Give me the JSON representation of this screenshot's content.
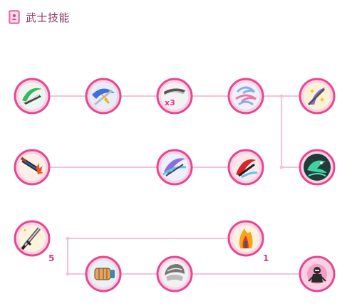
{
  "header": {
    "title": "武士技能",
    "icon": "skill-book-icon"
  },
  "colors": {
    "connector": "#f7c0da",
    "ring": "#e8468f",
    "ring_inner": "#fbd3e6",
    "title": "#8a3d6b",
    "level_number": "#e0368f"
  },
  "skills": [
    {
      "id": "green-slash",
      "icon": "green-slash-icon"
    },
    {
      "id": "blue-sword-slash",
      "icon": "blue-sword-slash-icon"
    },
    {
      "id": "triple-slash",
      "icon": "triple-slash-icon",
      "badge": "x3"
    },
    {
      "id": "whirlwind",
      "icon": "whirlwind-icon"
    },
    {
      "id": "sparkle-slash",
      "icon": "sparkle-slash-icon"
    },
    {
      "id": "fire-sword",
      "icon": "fire-sword-icon"
    },
    {
      "id": "purple-slash",
      "icon": "purple-slash-icon"
    },
    {
      "id": "red-blade",
      "icon": "red-blade-icon"
    },
    {
      "id": "dragon-slash",
      "icon": "dragon-slash-icon"
    },
    {
      "id": "katana-mastery",
      "icon": "katana-icon",
      "level": "5"
    },
    {
      "id": "flame-pillar",
      "icon": "flame-pillar-icon",
      "level": "1"
    },
    {
      "id": "iron-fist",
      "icon": "gauntlet-icon"
    },
    {
      "id": "steel-guard",
      "icon": "steel-helmet-icon"
    },
    {
      "id": "ninja-aura",
      "icon": "ninja-aura-icon"
    }
  ]
}
